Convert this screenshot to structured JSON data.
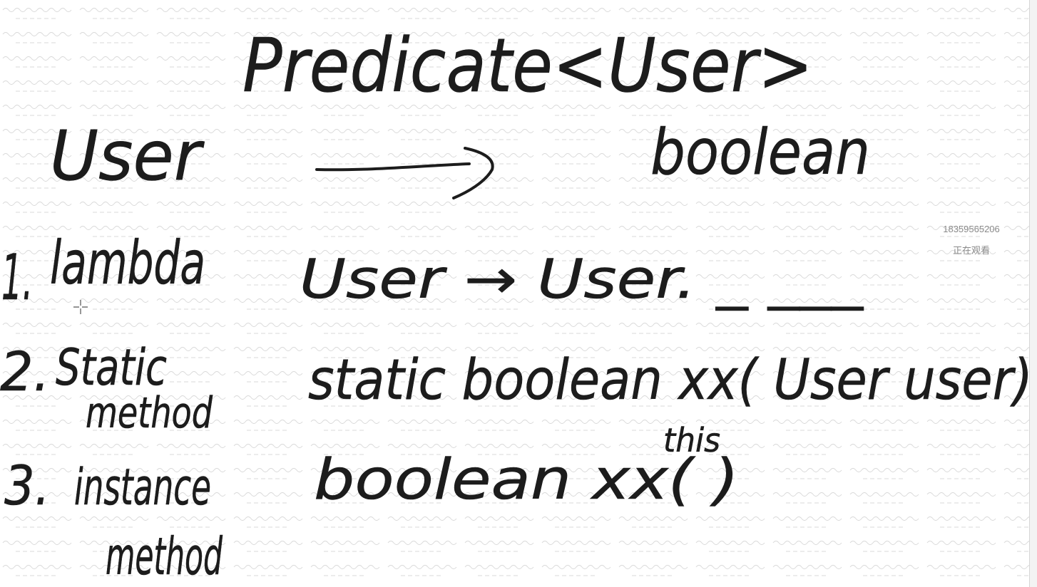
{
  "title": "Predicate<User>",
  "mapping": {
    "input": "User",
    "output": "boolean"
  },
  "items": [
    {
      "number": "1.",
      "label": "lambda",
      "label_line2": "",
      "expression": "User → User. _ ___"
    },
    {
      "number": "2.",
      "label": "Static",
      "label_line2": "method",
      "expression": "static boolean xx( User user)"
    },
    {
      "number": "3.",
      "label": "instance",
      "label_line2": "method",
      "expression": "boolean xx( )",
      "annotation": "this"
    }
  ],
  "viewer": {
    "phone": "18359565206",
    "status": "正在观看"
  },
  "icons": {
    "cursor": "crosshair-cursor-icon",
    "arrow": "arrow-right-icon"
  },
  "colors": {
    "ink": "#1c1c1c",
    "background": "#ffffff",
    "watermark": "#c8c8c8",
    "viewer_text": "#8a8a8a"
  }
}
